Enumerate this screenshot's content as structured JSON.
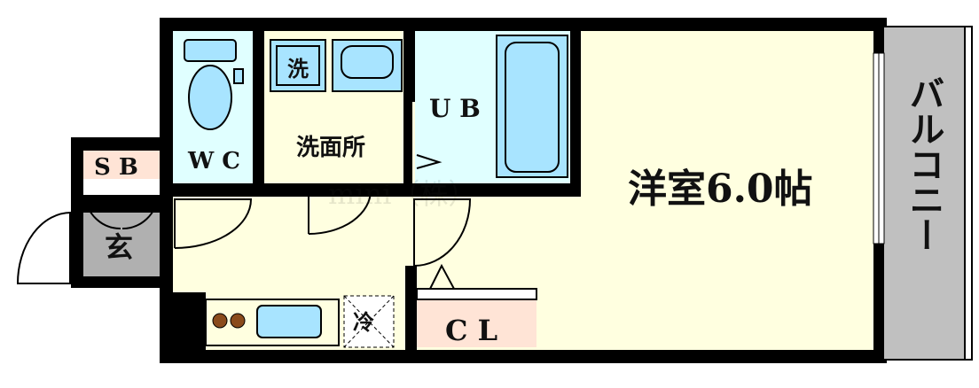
{
  "rooms": {
    "wc": "W C",
    "washroom": "洗面所",
    "washer": "洗",
    "bath": "U B",
    "western_room": "洋室6.0帖",
    "shoe_box": "S B",
    "entrance": "玄",
    "closet": "C L",
    "fridge": "冷",
    "balcony": "バルコニー"
  },
  "watermark": "mini（株）",
  "colors": {
    "wall": "#000000",
    "floor": "#ffffe0",
    "wet_area": "#e0ffff",
    "fixture": "#a8e4ff",
    "entrance": "#b0b0b0",
    "balcony": "#c0c0c0",
    "shoe_box_header": "#ffe4d6",
    "closet": "#ffe4d6",
    "stove_burner": "#8a4b1c"
  }
}
